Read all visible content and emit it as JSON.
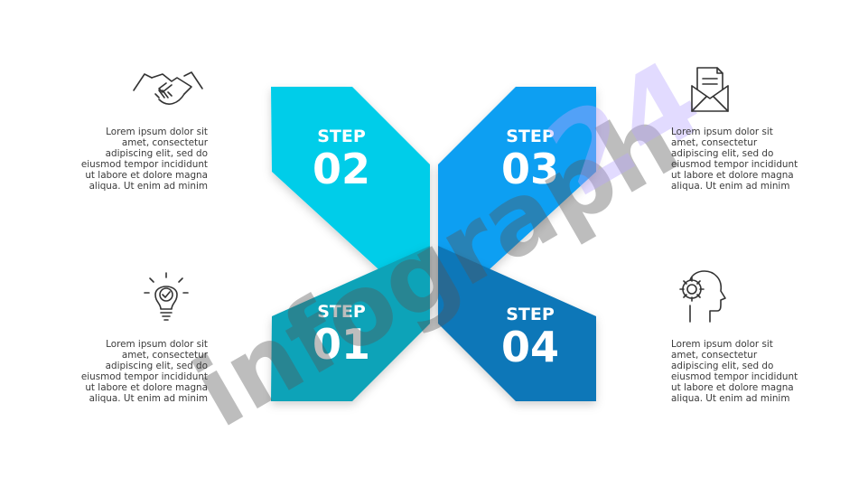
{
  "steps": [
    {
      "label": "STEP",
      "number": "01",
      "color": "#0aa3b8"
    },
    {
      "label": "STEP",
      "number": "02",
      "color": "#00cde9"
    },
    {
      "label": "STEP",
      "number": "03",
      "color": "#0a9ff2"
    },
    {
      "label": "STEP",
      "number": "04",
      "color": "#0877b8"
    }
  ],
  "descriptions": {
    "top_left": [
      "Lorem ipsum dolor sit",
      "amet, consectetur",
      "adipiscing elit, sed do",
      "eiusmod tempor incididunt",
      "ut labore et dolore magna",
      "aliqua. Ut enim ad minim"
    ],
    "bottom_left": [
      "Lorem ipsum dolor sit",
      "amet, consectetur",
      "adipiscing elit, sed do",
      "eiusmod tempor incididunt",
      "ut labore et dolore magna",
      "aliqua. Ut enim ad minim"
    ],
    "top_right": [
      "Lorem ipsum dolor sit",
      "amet, consectetur",
      "adipiscing elit, sed do",
      "eiusmod tempor incididunt",
      "ut labore et dolore magna",
      "aliqua. Ut enim ad minim"
    ],
    "bottom_right": [
      "Lorem ipsum dolor sit",
      "amet, consectetur",
      "adipiscing elit, sed do",
      "eiusmod tempor incididunt",
      "ut labore et dolore magna",
      "aliqua. Ut enim ad minim"
    ]
  },
  "icons": {
    "top_left": "handshake-icon",
    "bottom_left": "lightbulb-icon",
    "top_right": "envelope-document-icon",
    "bottom_right": "gear-head-icon"
  },
  "watermark": {
    "text": "infograph",
    "suffix": "24"
  }
}
